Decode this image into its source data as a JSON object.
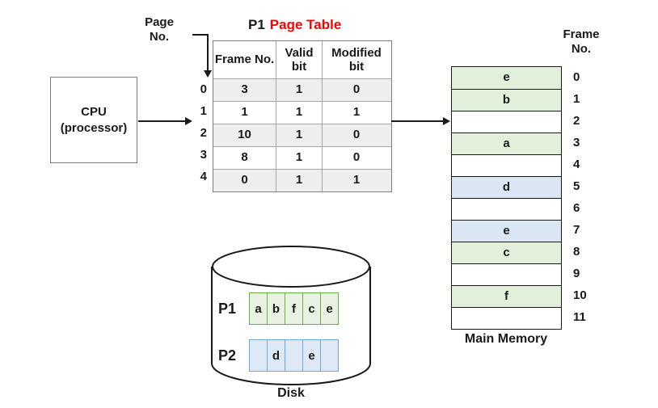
{
  "labels": {
    "page_no": "Page No.",
    "frame_no": "Frame No.",
    "main_memory": "Main Memory",
    "disk": "Disk"
  },
  "title": {
    "process": "P1",
    "table": "Page Table"
  },
  "cpu": {
    "line1": "CPU",
    "line2": "(processor)"
  },
  "page_table": {
    "headers": [
      "Frame No.",
      "Valid bit",
      "Modified bit"
    ],
    "rows": [
      {
        "page": "0",
        "frame": "3",
        "valid": "1",
        "modified": "0"
      },
      {
        "page": "1",
        "frame": "1",
        "valid": "1",
        "modified": "1"
      },
      {
        "page": "2",
        "frame": "10",
        "valid": "1",
        "modified": "0"
      },
      {
        "page": "3",
        "frame": "8",
        "valid": "1",
        "modified": "0"
      },
      {
        "page": "4",
        "frame": "0",
        "valid": "1",
        "modified": "1"
      }
    ]
  },
  "main_memory": {
    "frames": [
      {
        "no": "0",
        "content": "e",
        "color": "green"
      },
      {
        "no": "1",
        "content": "b",
        "color": "green"
      },
      {
        "no": "2",
        "content": "",
        "color": ""
      },
      {
        "no": "3",
        "content": "a",
        "color": "green"
      },
      {
        "no": "4",
        "content": "",
        "color": ""
      },
      {
        "no": "5",
        "content": "d",
        "color": "blue"
      },
      {
        "no": "6",
        "content": "",
        "color": ""
      },
      {
        "no": "7",
        "content": "e",
        "color": "blue"
      },
      {
        "no": "8",
        "content": "c",
        "color": "green"
      },
      {
        "no": "9",
        "content": "",
        "color": ""
      },
      {
        "no": "10",
        "content": "f",
        "color": "green"
      },
      {
        "no": "11",
        "content": "",
        "color": ""
      }
    ]
  },
  "disk": {
    "p1": {
      "label": "P1",
      "cells": [
        "a",
        "b",
        "f",
        "c",
        "e"
      ]
    },
    "p2": {
      "label": "P2",
      "cells": [
        "",
        "d",
        "",
        "e",
        ""
      ]
    }
  },
  "colors": {
    "title_accent": "#ff0000",
    "memory_green_fill": "#e2efda",
    "memory_blue_fill": "#dae6f3",
    "disk_p1_border": "#70ad47",
    "disk_p1_fill": "#e8f1e2",
    "disk_p2_border": "#6fa8dc",
    "disk_p2_fill": "#dfe9f6",
    "table_shade": "#eeeeee"
  }
}
